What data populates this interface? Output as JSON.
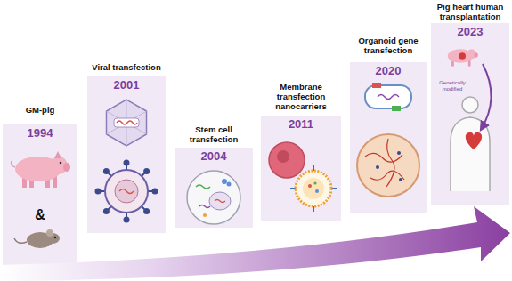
{
  "diagram": {
    "nodes": [
      {
        "text": [
          "GM-pig",
          "1994"
        ]
      },
      {
        "text": [
          "Viral transfection",
          "2001"
        ]
      },
      {
        "text": [
          "Stem cell transfection",
          "2004"
        ]
      },
      {
        "text": [
          "Membrane transfection nanocarriers",
          "2011"
        ]
      },
      {
        "text": [
          "Organoid gene transfection",
          "2020"
        ]
      },
      {
        "text": [
          "Pig heart human transplantation",
          "2023"
        ]
      }
    ],
    "labels": [
      "&",
      "Genetically modified"
    ]
  }
}
